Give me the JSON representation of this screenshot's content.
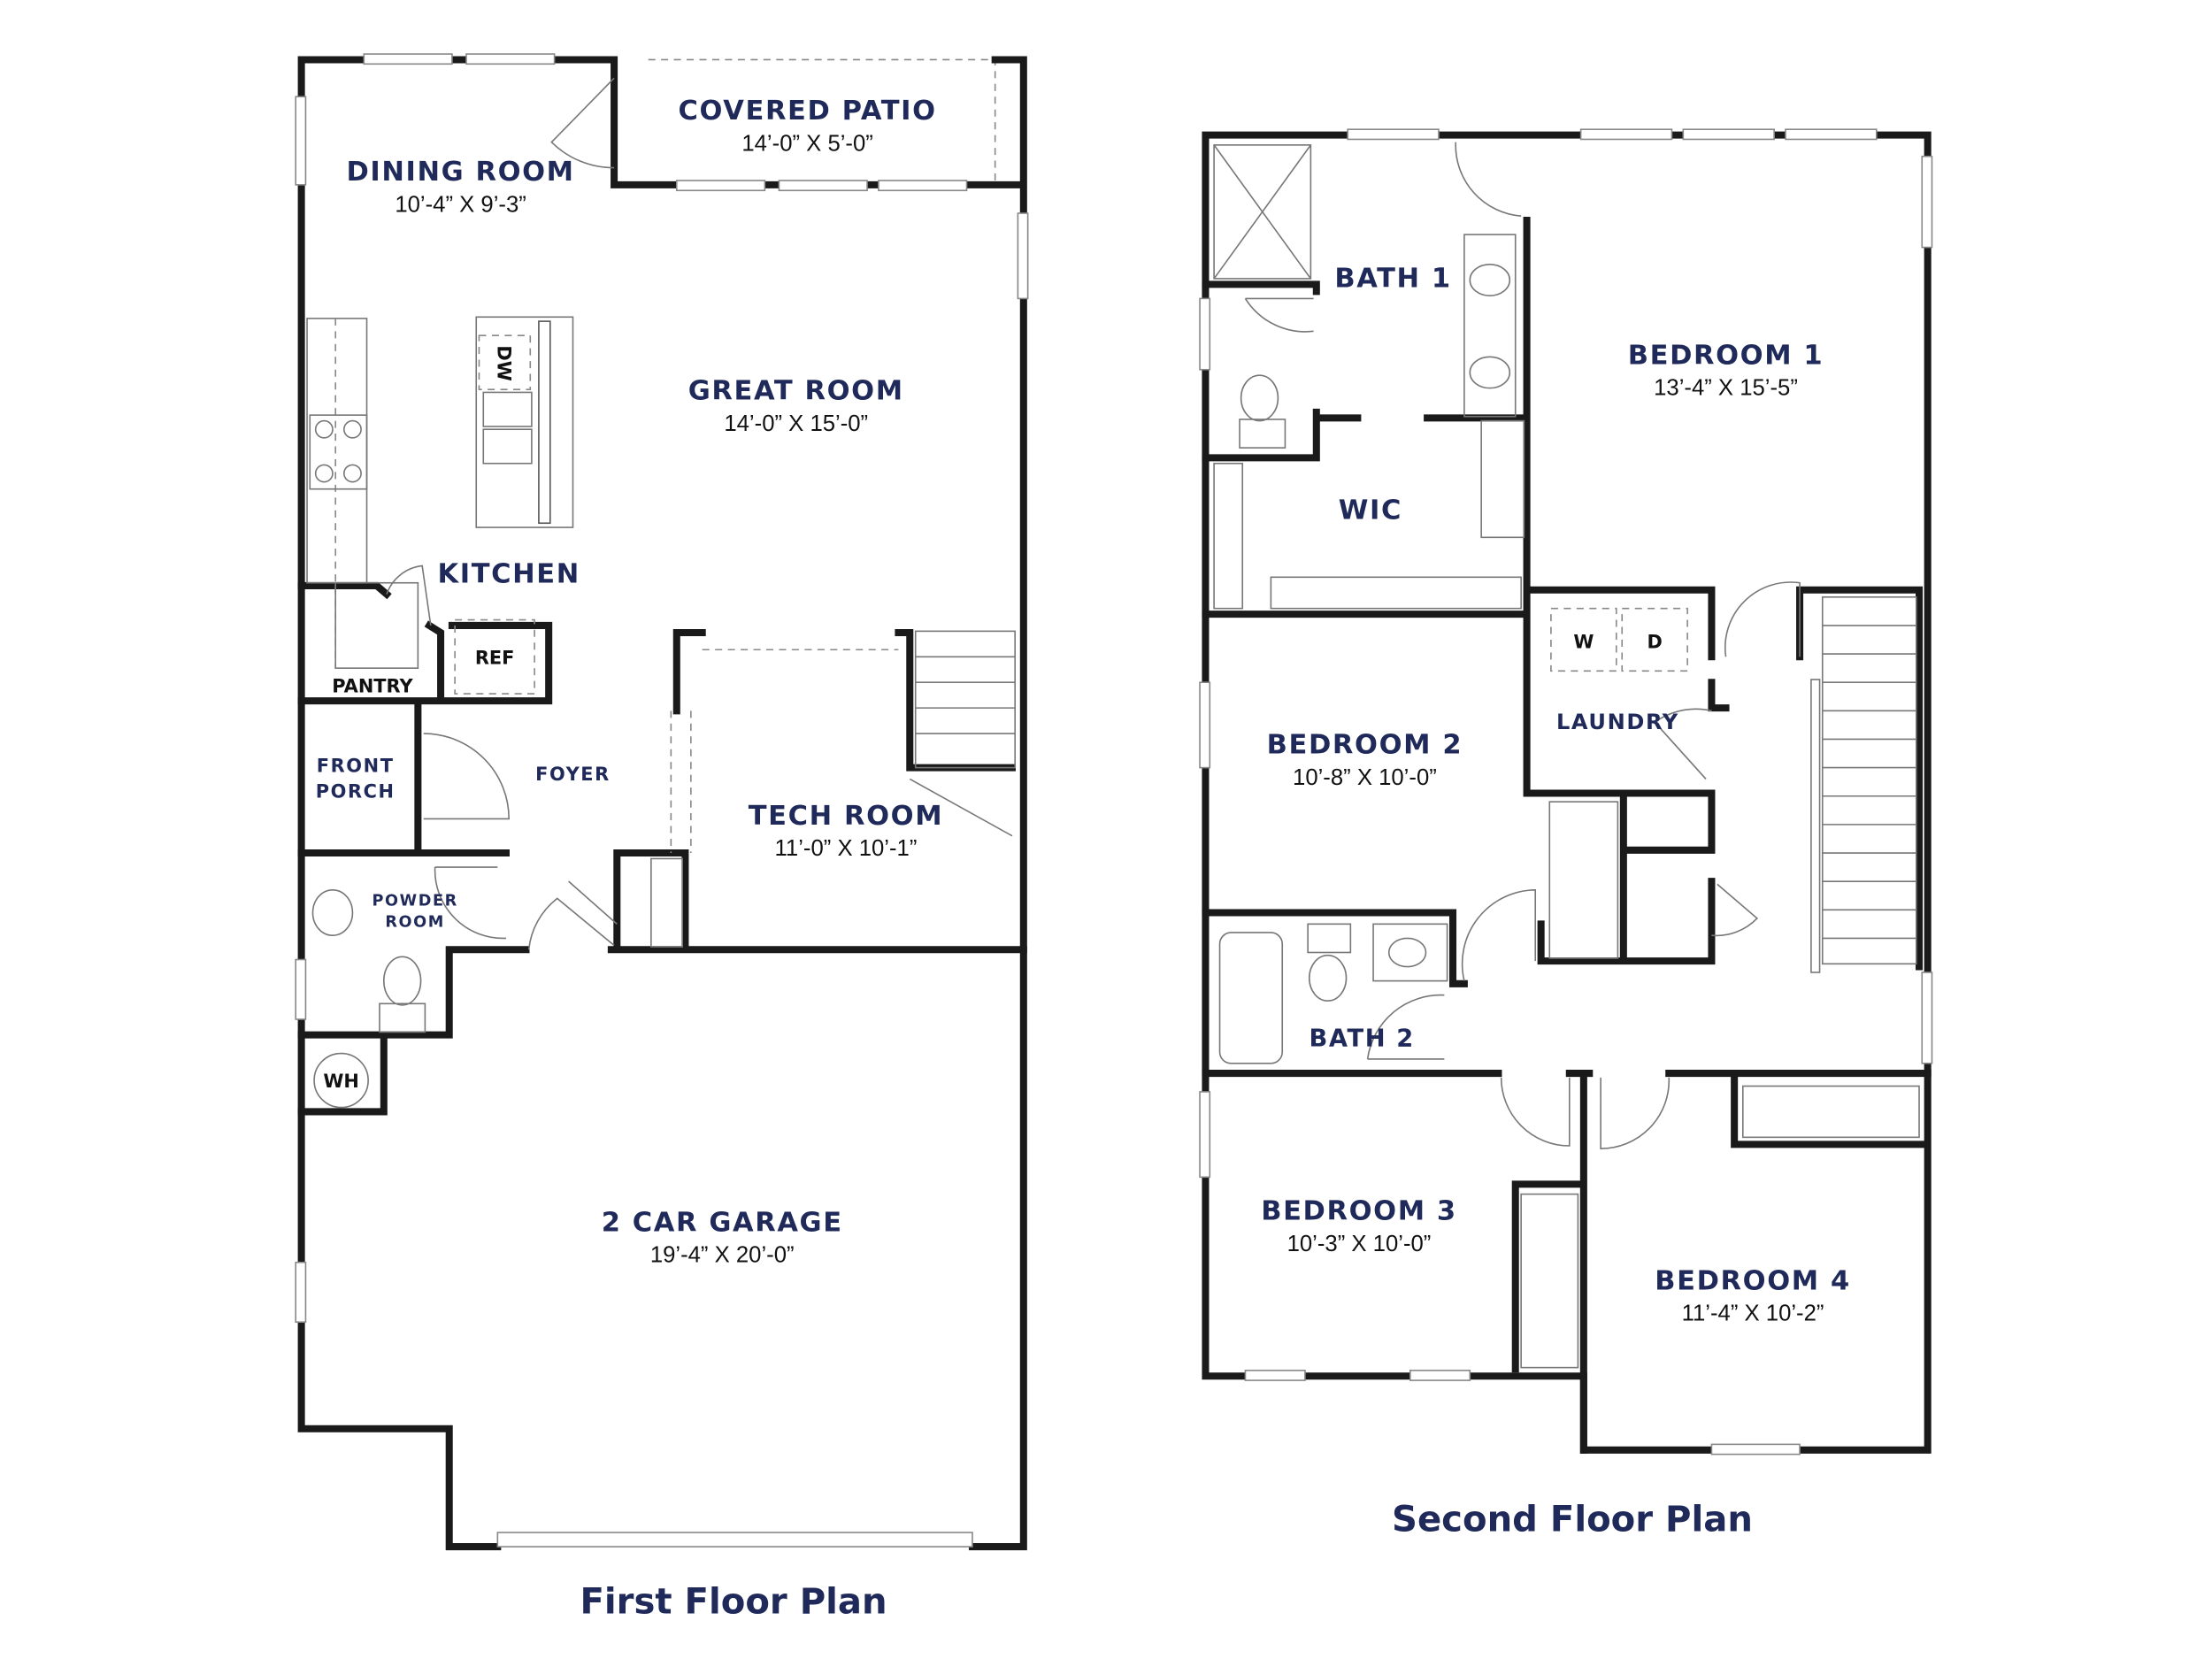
{
  "colors": {
    "label": "#1f2a5a",
    "wall": "#1a1a1a"
  },
  "first_floor": {
    "title": "First Floor Plan",
    "rooms": {
      "covered_patio": {
        "name": "COVERED PATIO",
        "dim": "14’-0” X 5’-0”"
      },
      "dining_room": {
        "name": "DINING ROOM",
        "dim": "10’-4” X 9’-3”"
      },
      "great_room": {
        "name": "GREAT ROOM",
        "dim": "14’-0” X 15’-0”"
      },
      "kitchen": {
        "name": "KITCHEN"
      },
      "pantry": {
        "name": "PANTRY"
      },
      "front_porch": {
        "name_1": "FRONT",
        "name_2": "PORCH"
      },
      "foyer": {
        "name": "FOYER"
      },
      "tech_room": {
        "name": "TECH ROOM",
        "dim": "11’-0” X 10’-1”"
      },
      "powder_room": {
        "name_1": "POWDER",
        "name_2": "ROOM"
      },
      "garage": {
        "name": "2 CAR GARAGE",
        "dim": "19’-4” X 20’-0”"
      }
    },
    "fixtures": {
      "dishwasher": "DW",
      "refrigerator": "REF",
      "water_heater": "WH"
    }
  },
  "second_floor": {
    "title": "Second Floor Plan",
    "rooms": {
      "bath_1": {
        "name": "BATH 1"
      },
      "wic": {
        "name": "WIC"
      },
      "bedroom_1": {
        "name": "BEDROOM 1",
        "dim": "13’-4” X 15’-5”"
      },
      "laundry": {
        "name": "LAUNDRY"
      },
      "bedroom_2": {
        "name": "BEDROOM 2",
        "dim": "10’-8” X 10’-0”"
      },
      "bath_2": {
        "name": "BATH 2"
      },
      "bedroom_3": {
        "name": "BEDROOM 3",
        "dim": "10’-3” X 10’-0”"
      },
      "bedroom_4": {
        "name": "BEDROOM 4",
        "dim": "11’-4” X 10’-2”"
      }
    },
    "fixtures": {
      "washer": "W",
      "dryer": "D"
    }
  }
}
